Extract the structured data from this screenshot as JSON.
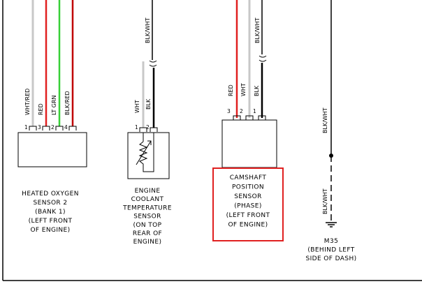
{
  "sensor_o2": {
    "wires": [
      {
        "pin": "1",
        "label": "WHT/RED",
        "color": "#c8c8c8"
      },
      {
        "pin": "3",
        "label": "RED",
        "color": "#e02020"
      },
      {
        "pin": "2",
        "label": "LT GRN",
        "color": "#38d038"
      },
      {
        "pin": "4",
        "label": "BLK/RED",
        "color": "#c00000"
      }
    ],
    "caption": [
      "HEATED OXYGEN",
      "SENSOR 2",
      "(BANK 1)",
      "(LEFT FRONT",
      "OF ENGINE)"
    ]
  },
  "sensor_ect": {
    "upper_label": "BLK/WHT",
    "wires": [
      {
        "pin": "1",
        "label": "WHT",
        "color": "#c8c8c8"
      },
      {
        "pin": "2",
        "label": "BLK",
        "color": "#000000"
      }
    ],
    "caption": [
      "ENGINE",
      "COOLANT",
      "TEMPERATURE",
      "SENSOR",
      "(ON TOP",
      "REAR OF",
      "ENGINE)"
    ]
  },
  "sensor_cmp": {
    "upper_label": "BLK/WHT",
    "wires": [
      {
        "pin": "3",
        "label": "RED",
        "color": "#e02020"
      },
      {
        "pin": "2",
        "label": "WHT",
        "color": "#c8c8c8"
      },
      {
        "pin": "1",
        "label": "BLK",
        "color": "#000000"
      }
    ],
    "caption": [
      "CAMSHAFT",
      "POSITION",
      "SENSOR",
      "(PHASE)",
      "(LEFT FRONT",
      "OF ENGINE)"
    ],
    "highlight_color": "#e02020"
  },
  "ground": {
    "upper_label": "BLK/WHT",
    "lower_label": "BLK/WHT",
    "caption": [
      "M35",
      "(BEHIND LEFT",
      "SIDE OF DASH)"
    ]
  }
}
